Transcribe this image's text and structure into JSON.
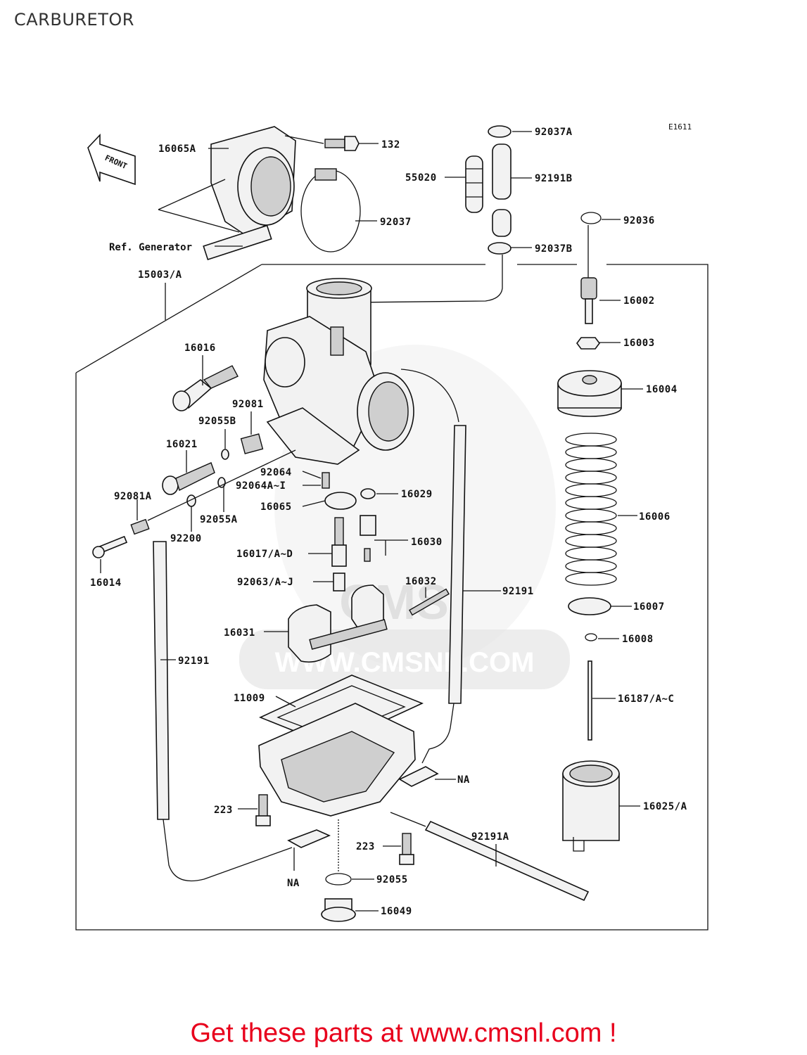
{
  "page": {
    "title": "CARBURETOR"
  },
  "diagram": {
    "code": "E1611",
    "front_label": "FRONT",
    "ref_label": "Ref. Generator",
    "watermark": "WWW.CMSNL.COM",
    "watermark_logo": "CMS",
    "callouts": [
      {
        "id": "16065A",
        "text": "16065A"
      },
      {
        "id": "132",
        "text": "132"
      },
      {
        "id": "92037A",
        "text": "92037A"
      },
      {
        "id": "55020",
        "text": "55020"
      },
      {
        "id": "92191B",
        "text": "92191B"
      },
      {
        "id": "92037",
        "text": "92037"
      },
      {
        "id": "92036",
        "text": "92036"
      },
      {
        "id": "92037B",
        "text": "92037B"
      },
      {
        "id": "15003A",
        "text": "15003/A"
      },
      {
        "id": "16002",
        "text": "16002"
      },
      {
        "id": "16003",
        "text": "16003"
      },
      {
        "id": "16016",
        "text": "16016"
      },
      {
        "id": "16004",
        "text": "16004"
      },
      {
        "id": "92081",
        "text": "92081"
      },
      {
        "id": "92055B",
        "text": "92055B"
      },
      {
        "id": "16021",
        "text": "16021"
      },
      {
        "id": "92064",
        "text": "92064"
      },
      {
        "id": "92064AI",
        "text": "92064A~I"
      },
      {
        "id": "16029",
        "text": "16029"
      },
      {
        "id": "92081A",
        "text": "92081A"
      },
      {
        "id": "16065",
        "text": "16065"
      },
      {
        "id": "16006",
        "text": "16006"
      },
      {
        "id": "92055A",
        "text": "92055A"
      },
      {
        "id": "92200",
        "text": "92200"
      },
      {
        "id": "16030",
        "text": "16030"
      },
      {
        "id": "16017AD",
        "text": "16017/A~D"
      },
      {
        "id": "16014",
        "text": "16014"
      },
      {
        "id": "92063AJ",
        "text": "92063/A~J"
      },
      {
        "id": "16032",
        "text": "16032"
      },
      {
        "id": "92191a",
        "text": "92191"
      },
      {
        "id": "16007",
        "text": "16007"
      },
      {
        "id": "16031",
        "text": "16031"
      },
      {
        "id": "16008",
        "text": "16008"
      },
      {
        "id": "92191b",
        "text": "92191"
      },
      {
        "id": "11009",
        "text": "11009"
      },
      {
        "id": "16187AC",
        "text": "16187/A~C"
      },
      {
        "id": "NA1",
        "text": "NA"
      },
      {
        "id": "223a",
        "text": "223"
      },
      {
        "id": "16025A",
        "text": "16025/A"
      },
      {
        "id": "92191A",
        "text": "92191A"
      },
      {
        "id": "223b",
        "text": "223"
      },
      {
        "id": "NA2",
        "text": "NA"
      },
      {
        "id": "92055",
        "text": "92055"
      },
      {
        "id": "16049",
        "text": "16049"
      }
    ]
  },
  "footer": {
    "text": "Get these parts at www.cmsnl.com !"
  }
}
